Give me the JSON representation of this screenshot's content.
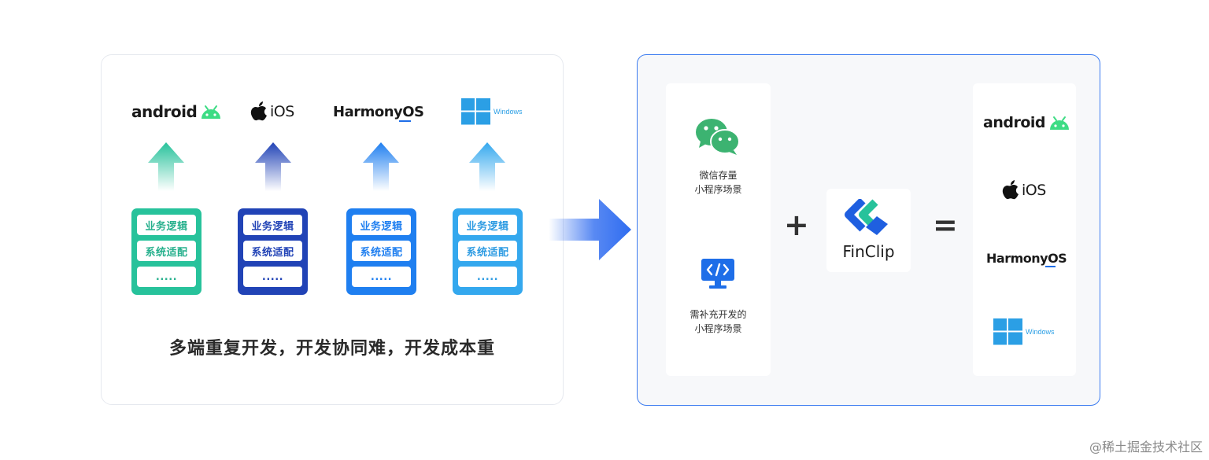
{
  "left": {
    "platforms": [
      {
        "key": "android",
        "label": "android",
        "color": "#3ddc84"
      },
      {
        "key": "ios",
        "label": "iOS"
      },
      {
        "key": "harmony",
        "label": "HarmonyOS",
        "accent": "#1e6ee8"
      },
      {
        "key": "windows",
        "label": "Windows",
        "color": "#2b9fe5"
      }
    ],
    "stacks": [
      {
        "color": "#27c29b",
        "text_color": "#27b08d",
        "cells": [
          "业务逻辑",
          "系统适配",
          "....."
        ]
      },
      {
        "color": "#2143b6",
        "text_color": "#2143b6",
        "cells": [
          "业务逻辑",
          "系统适配",
          "....."
        ]
      },
      {
        "color": "#1f7ff0",
        "text_color": "#1f7ff0",
        "cells": [
          "业务逻辑",
          "系统适配",
          "....."
        ]
      },
      {
        "color": "#34a8ee",
        "text_color": "#2d9be2",
        "cells": [
          "业务逻辑",
          "系统适配",
          "....."
        ]
      }
    ],
    "slogan": "多端重复开发，开发协同难，开发成本重"
  },
  "right": {
    "scenarios": [
      {
        "line1": "微信存量",
        "line2": "小程序场景",
        "icon": "wechat-icon"
      },
      {
        "line1": "需补充开发的",
        "line2": "小程序场景",
        "icon": "code-monitor-icon"
      }
    ],
    "plus": "+",
    "equals": "=",
    "finclip_label": "FinClip",
    "result_platforms": [
      "android",
      "iOS",
      "HarmonyOS",
      "Windows"
    ]
  },
  "colors": {
    "accent_blue": "#3c7cf0",
    "android_green": "#3ddc84",
    "wechat_green": "#3cb371"
  },
  "watermark": "@稀土掘金技术社区"
}
